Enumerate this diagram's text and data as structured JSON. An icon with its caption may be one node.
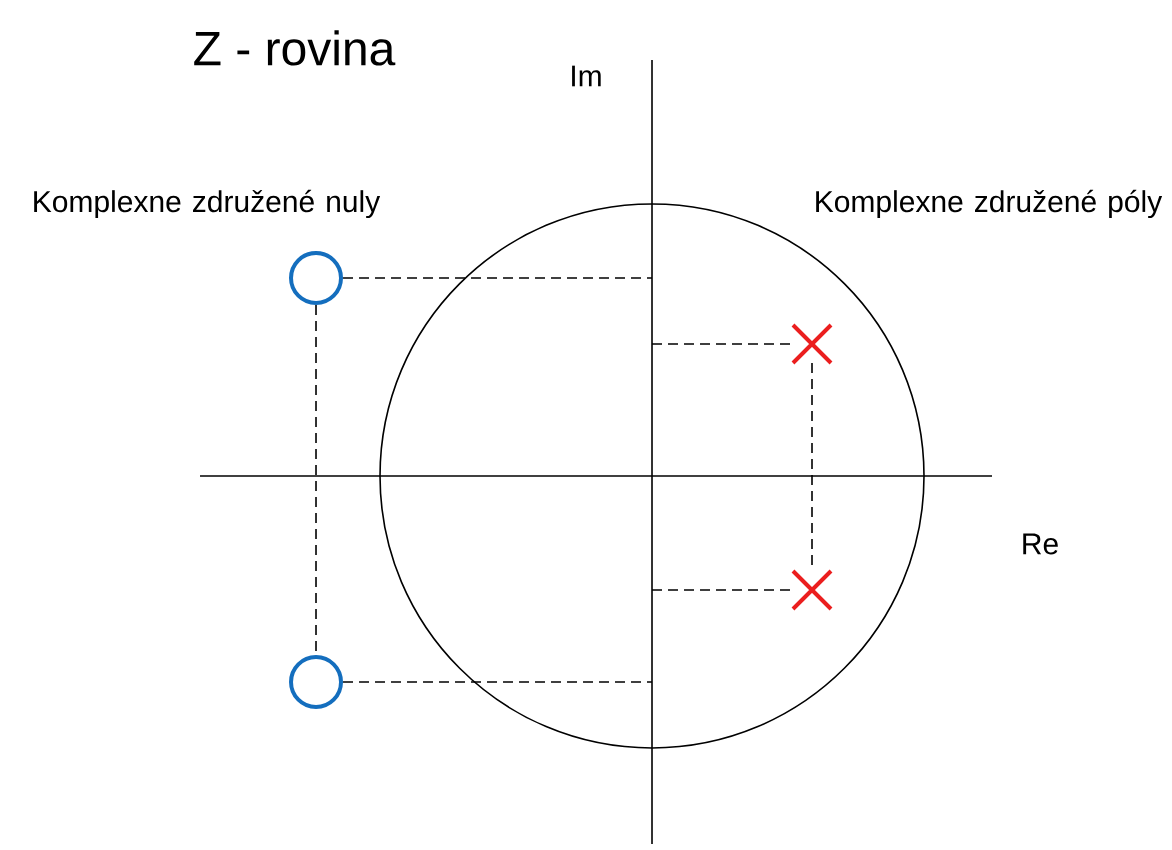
{
  "diagram": {
    "title": "Z - rovina",
    "nodes": [
      {
        "text": [],
        "shape": "circle"
      },
      {
        "text": [],
        "shape": "circle"
      },
      {
        "text": [],
        "shape": "cross"
      },
      {
        "text": [],
        "shape": "cross"
      }
    ],
    "edges": [
      {
        "from": 0,
        "to": null,
        "arrow": "none",
        "style": "dashed"
      },
      {
        "from": 0,
        "to": 1,
        "arrow": "none",
        "style": "dashed"
      },
      {
        "from": 1,
        "to": null,
        "arrow": "none",
        "style": "dashed"
      },
      {
        "from": null,
        "to": 2,
        "arrow": "none",
        "style": "dashed"
      },
      {
        "from": 2,
        "to": 3,
        "arrow": "none",
        "style": "dashed"
      },
      {
        "from": null,
        "to": 3,
        "arrow": "none",
        "style": "dashed"
      }
    ],
    "labels": [
      "Im",
      "Komplexne združené nuly",
      "Komplexne združené póly",
      "Re"
    ]
  }
}
